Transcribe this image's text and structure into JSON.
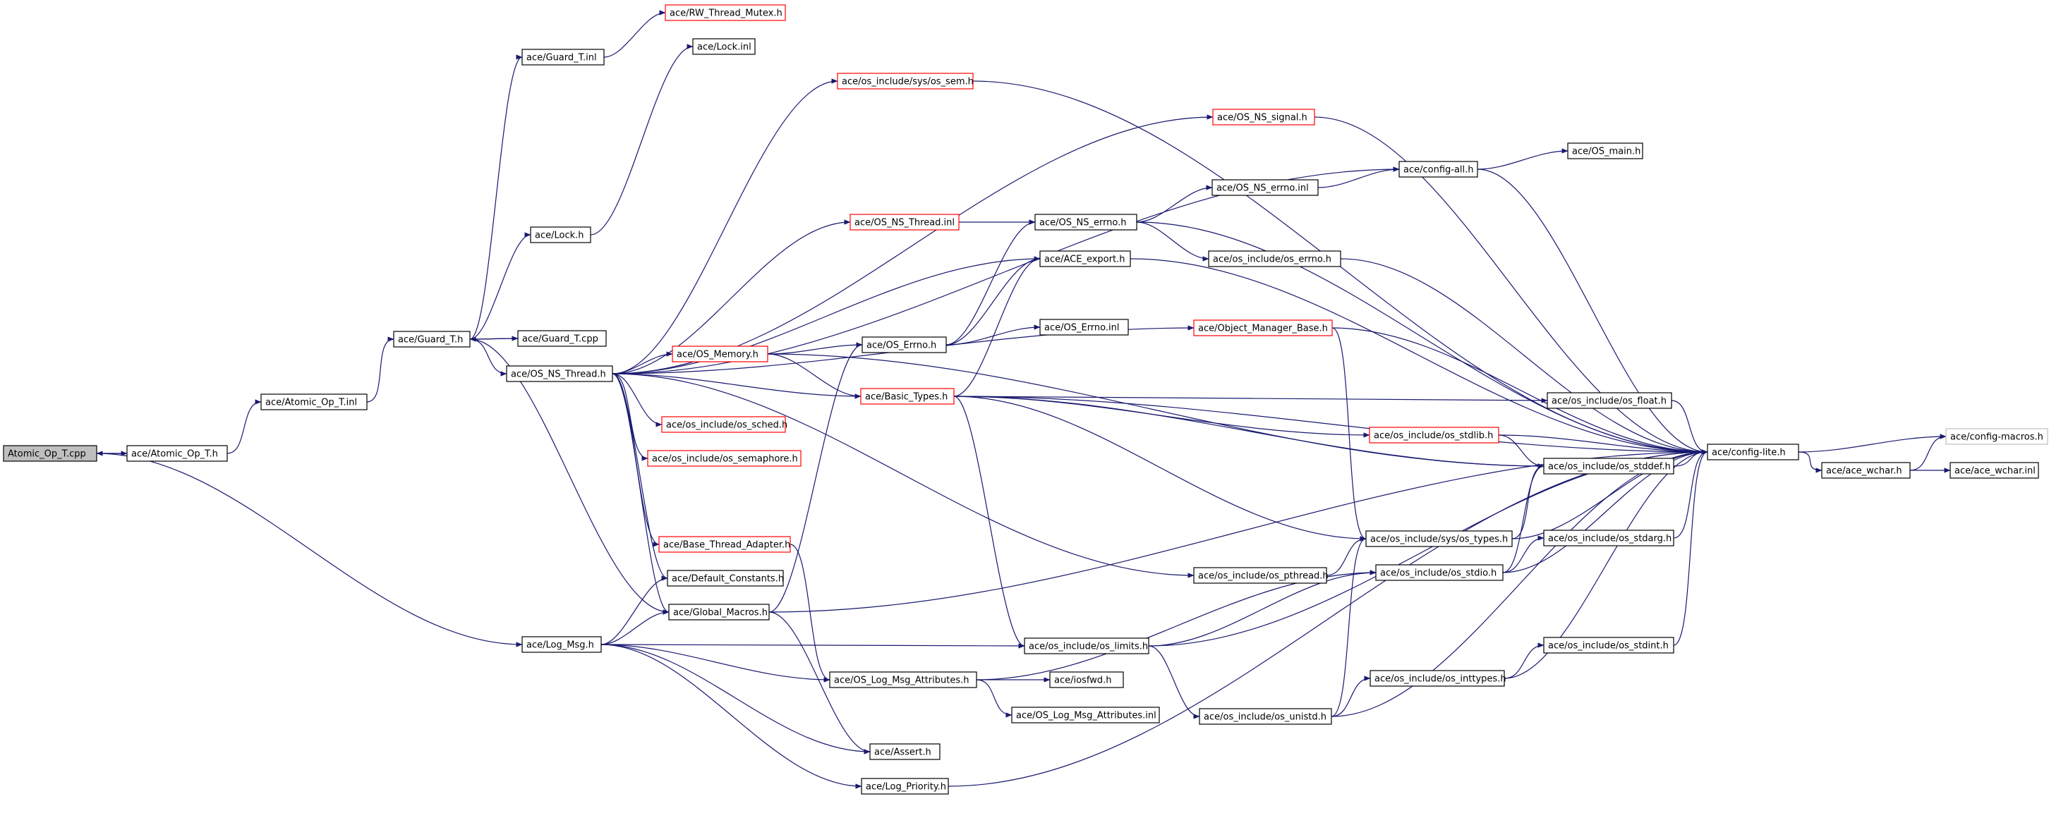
{
  "graph": {
    "edge_color": "#191970",
    "colors": {
      "normal_border": "#000000",
      "truncated_border": "#ff0000",
      "external_border": "#bfbfbf",
      "root_fill": "#bfbfbf"
    },
    "nodes": [
      {
        "id": "n_root",
        "label": "Atomic_Op_T.cpp",
        "style": "root"
      },
      {
        "id": "n_atomic_h",
        "label": "ace/Atomic_Op_T.h",
        "style": "normal"
      },
      {
        "id": "n_atomic_inl",
        "label": "ace/Atomic_Op_T.inl",
        "style": "normal"
      },
      {
        "id": "n_guard_h",
        "label": "ace/Guard_T.h",
        "style": "normal"
      },
      {
        "id": "n_guard_inl",
        "label": "ace/Guard_T.inl",
        "style": "normal"
      },
      {
        "id": "n_guard_cpp",
        "label": "ace/Guard_T.cpp",
        "style": "normal"
      },
      {
        "id": "n_lock_h",
        "label": "ace/Lock.h",
        "style": "normal"
      },
      {
        "id": "n_lock_inl",
        "label": "ace/Lock.inl",
        "style": "normal"
      },
      {
        "id": "n_rw_mutex",
        "label": "ace/RW_Thread_Mutex.h",
        "style": "red"
      },
      {
        "id": "n_os_ns_thread_h",
        "label": "ace/OS_NS_Thread.h",
        "style": "normal"
      },
      {
        "id": "n_os_sem",
        "label": "ace/os_include/sys/os_sem.h",
        "style": "red"
      },
      {
        "id": "n_os_ns_signal",
        "label": "ace/OS_NS_signal.h",
        "style": "red"
      },
      {
        "id": "n_config_all",
        "label": "ace/config-all.h",
        "style": "normal"
      },
      {
        "id": "n_os_main",
        "label": "ace/OS_main.h",
        "style": "normal"
      },
      {
        "id": "n_os_ns_errno_inl",
        "label": "ace/OS_NS_errno.inl",
        "style": "normal"
      },
      {
        "id": "n_os_ns_thread_inl",
        "label": "ace/OS_NS_Thread.inl",
        "style": "red"
      },
      {
        "id": "n_os_ns_errno_h",
        "label": "ace/OS_NS_errno.h",
        "style": "normal"
      },
      {
        "id": "n_ace_export",
        "label": "ace/ACE_export.h",
        "style": "normal"
      },
      {
        "id": "n_os_errno",
        "label": "ace/os_include/os_errno.h",
        "style": "normal"
      },
      {
        "id": "n_object_manager",
        "label": "ace/Object_Manager_Base.h",
        "style": "red"
      },
      {
        "id": "n_os_memory",
        "label": "ace/OS_Memory.h",
        "style": "red"
      },
      {
        "id": "n_os_errno_h",
        "label": "ace/OS_Errno.h",
        "style": "normal"
      },
      {
        "id": "n_os_errno_inl",
        "label": "ace/OS_Errno.inl",
        "style": "normal"
      },
      {
        "id": "n_basic_types",
        "label": "ace/Basic_Types.h",
        "style": "red"
      },
      {
        "id": "n_os_float",
        "label": "ace/os_include/os_float.h",
        "style": "normal"
      },
      {
        "id": "n_os_stdlib",
        "label": "ace/os_include/os_stdlib.h",
        "style": "red"
      },
      {
        "id": "n_os_stddef",
        "label": "ace/os_include/os_stddef.h",
        "style": "normal"
      },
      {
        "id": "n_config_lite",
        "label": "ace/config-lite.h",
        "style": "normal"
      },
      {
        "id": "n_config_macros",
        "label": "ace/config-macros.h",
        "style": "gray"
      },
      {
        "id": "n_ace_wchar_h",
        "label": "ace/ace_wchar.h",
        "style": "normal"
      },
      {
        "id": "n_ace_wchar_inl",
        "label": "ace/ace_wchar.inl",
        "style": "normal"
      },
      {
        "id": "n_os_sched",
        "label": "ace/os_include/os_sched.h",
        "style": "red"
      },
      {
        "id": "n_os_semaphore",
        "label": "ace/os_include/os_semaphore.h",
        "style": "red"
      },
      {
        "id": "n_os_types",
        "label": "ace/os_include/sys/os_types.h",
        "style": "normal"
      },
      {
        "id": "n_os_stdarg",
        "label": "ace/os_include/os_stdarg.h",
        "style": "normal"
      },
      {
        "id": "n_base_thread_adapter",
        "label": "ace/Base_Thread_Adapter.h",
        "style": "red"
      },
      {
        "id": "n_os_pthread",
        "label": "ace/os_include/os_pthread.h",
        "style": "normal"
      },
      {
        "id": "n_os_stdio",
        "label": "ace/os_include/os_stdio.h",
        "style": "normal"
      },
      {
        "id": "n_default_constants",
        "label": "ace/Default_Constants.h",
        "style": "normal"
      },
      {
        "id": "n_global_macros",
        "label": "ace/Global_Macros.h",
        "style": "normal"
      },
      {
        "id": "n_log_msg",
        "label": "ace/Log_Msg.h",
        "style": "normal"
      },
      {
        "id": "n_os_limits",
        "label": "ace/os_include/os_limits.h",
        "style": "normal"
      },
      {
        "id": "n_os_stdint",
        "label": "ace/os_include/os_stdint.h",
        "style": "normal"
      },
      {
        "id": "n_os_inttypes",
        "label": "ace/os_include/os_inttypes.h",
        "style": "normal"
      },
      {
        "id": "n_log_msg_attr_h",
        "label": "ace/OS_Log_Msg_Attributes.h",
        "style": "normal"
      },
      {
        "id": "n_iosfwd",
        "label": "ace/iosfwd.h",
        "style": "normal"
      },
      {
        "id": "n_log_msg_attr_inl",
        "label": "ace/OS_Log_Msg_Attributes.inl",
        "style": "normal"
      },
      {
        "id": "n_os_unistd",
        "label": "ace/os_include/os_unistd.h",
        "style": "normal"
      },
      {
        "id": "n_assert",
        "label": "ace/Assert.h",
        "style": "normal"
      },
      {
        "id": "n_log_priority",
        "label": "ace/Log_Priority.h",
        "style": "normal"
      }
    ],
    "edges": [
      [
        "n_root",
        "n_atomic_h"
      ],
      [
        "n_atomic_h",
        "n_root"
      ],
      [
        "n_atomic_h",
        "n_atomic_inl"
      ],
      [
        "n_root",
        "n_log_msg"
      ],
      [
        "n_atomic_inl",
        "n_guard_h"
      ],
      [
        "n_guard_h",
        "n_guard_inl"
      ],
      [
        "n_guard_h",
        "n_lock_h"
      ],
      [
        "n_guard_h",
        "n_guard_cpp"
      ],
      [
        "n_guard_cpp",
        "n_guard_h"
      ],
      [
        "n_guard_h",
        "n_os_ns_thread_h"
      ],
      [
        "n_guard_h",
        "n_global_macros"
      ],
      [
        "n_guard_inl",
        "n_rw_mutex"
      ],
      [
        "n_lock_h",
        "n_lock_inl"
      ],
      [
        "n_os_ns_thread_h",
        "n_os_sem"
      ],
      [
        "n_os_ns_thread_h",
        "n_os_ns_signal"
      ],
      [
        "n_os_ns_thread_h",
        "n_config_all"
      ],
      [
        "n_os_ns_thread_h",
        "n_os_ns_thread_inl"
      ],
      [
        "n_os_ns_thread_h",
        "n_ace_export"
      ],
      [
        "n_os_ns_thread_h",
        "n_object_manager"
      ],
      [
        "n_os_ns_thread_h",
        "n_os_memory"
      ],
      [
        "n_os_ns_thread_h",
        "n_basic_types"
      ],
      [
        "n_os_ns_thread_h",
        "n_os_sched"
      ],
      [
        "n_os_ns_thread_h",
        "n_os_semaphore"
      ],
      [
        "n_os_ns_thread_h",
        "n_base_thread_adapter"
      ],
      [
        "n_os_ns_thread_h",
        "n_default_constants"
      ],
      [
        "n_os_ns_thread_h",
        "n_global_macros"
      ],
      [
        "n_os_ns_thread_h",
        "n_os_pthread"
      ],
      [
        "n_os_sem",
        "n_config_lite"
      ],
      [
        "n_os_ns_signal",
        "n_config_lite"
      ],
      [
        "n_config_all",
        "n_os_main"
      ],
      [
        "n_config_all",
        "n_config_lite"
      ],
      [
        "n_os_ns_thread_inl",
        "n_os_ns_errno_h"
      ],
      [
        "n_os_ns_errno_h",
        "n_os_ns_errno_inl"
      ],
      [
        "n_os_ns_errno_h",
        "n_os_errno"
      ],
      [
        "n_os_ns_errno_h",
        "n_config_lite"
      ],
      [
        "n_os_ns_errno_inl",
        "n_config_all"
      ],
      [
        "n_os_errno",
        "n_config_lite"
      ],
      [
        "n_ace_export",
        "n_config_lite"
      ],
      [
        "n_object_manager",
        "n_config_lite"
      ],
      [
        "n_object_manager",
        "n_os_types"
      ],
      [
        "n_os_memory",
        "n_os_errno_h"
      ],
      [
        "n_os_memory",
        "n_basic_types"
      ],
      [
        "n_os_memory",
        "n_os_stddef"
      ],
      [
        "n_os_errno_h",
        "n_os_errno_inl"
      ],
      [
        "n_os_errno_h",
        "n_ace_export"
      ],
      [
        "n_os_errno_h",
        "n_os_ns_errno_h"
      ],
      [
        "n_basic_types",
        "n_config_lite"
      ],
      [
        "n_basic_types",
        "n_os_float"
      ],
      [
        "n_basic_types",
        "n_os_stdlib"
      ],
      [
        "n_basic_types",
        "n_os_stddef"
      ],
      [
        "n_basic_types",
        "n_os_types"
      ],
      [
        "n_basic_types",
        "n_os_limits"
      ],
      [
        "n_basic_types",
        "n_ace_export"
      ],
      [
        "n_os_float",
        "n_config_lite"
      ],
      [
        "n_os_stdlib",
        "n_config_lite"
      ],
      [
        "n_os_stdlib",
        "n_os_stddef"
      ],
      [
        "n_os_stddef",
        "n_config_lite"
      ],
      [
        "n_config_lite",
        "n_config_macros"
      ],
      [
        "n_config_lite",
        "n_ace_wchar_h"
      ],
      [
        "n_ace_wchar_h",
        "n_config_macros"
      ],
      [
        "n_ace_wchar_h",
        "n_ace_wchar_inl"
      ],
      [
        "n_os_types",
        "n_config_lite"
      ],
      [
        "n_os_types",
        "n_os_stddef"
      ],
      [
        "n_os_stdarg",
        "n_config_lite"
      ],
      [
        "n_os_pthread",
        "n_os_types"
      ],
      [
        "n_os_stdio",
        "n_config_lite"
      ],
      [
        "n_os_stdio",
        "n_os_stdarg"
      ],
      [
        "n_os_stdio",
        "n_os_stddef"
      ],
      [
        "n_base_thread_adapter",
        "n_log_msg_attr_h"
      ],
      [
        "n_global_macros",
        "n_os_errno_h"
      ],
      [
        "n_global_macros",
        "n_assert"
      ],
      [
        "n_global_macros",
        "n_config_lite"
      ],
      [
        "n_log_msg",
        "n_default_constants"
      ],
      [
        "n_log_msg",
        "n_global_macros"
      ],
      [
        "n_log_msg",
        "n_os_limits"
      ],
      [
        "n_log_msg",
        "n_log_msg_attr_h"
      ],
      [
        "n_log_msg",
        "n_assert"
      ],
      [
        "n_log_msg",
        "n_log_priority"
      ],
      [
        "n_os_limits",
        "n_config_lite"
      ],
      [
        "n_os_limits",
        "n_os_stdio"
      ],
      [
        "n_os_limits",
        "n_os_unistd"
      ],
      [
        "n_log_msg_attr_h",
        "n_iosfwd"
      ],
      [
        "n_log_msg_attr_h",
        "n_log_msg_attr_inl"
      ],
      [
        "n_log_msg_attr_h",
        "n_os_stdio"
      ],
      [
        "n_os_unistd",
        "n_os_inttypes"
      ],
      [
        "n_os_unistd",
        "n_config_lite"
      ],
      [
        "n_os_unistd",
        "n_os_types"
      ],
      [
        "n_os_inttypes",
        "n_os_stdint"
      ],
      [
        "n_os_inttypes",
        "n_config_lite"
      ],
      [
        "n_os_stdint",
        "n_config_lite"
      ],
      [
        "n_log_priority",
        "n_config_lite"
      ]
    ]
  }
}
